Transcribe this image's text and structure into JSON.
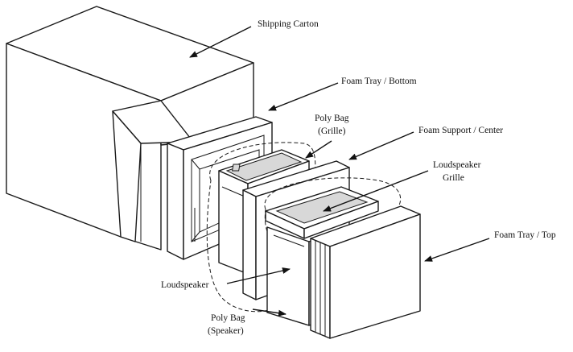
{
  "labels": {
    "shipping_carton": "Shipping Carton",
    "foam_tray_bottom": "Foam Tray / Bottom",
    "poly_bag_grille_line1": "Poly Bag",
    "poly_bag_grille_line2": "(Grille)",
    "foam_support_center": "Foam Support / Center",
    "loudspeaker_grille_line1": "Loudspeaker",
    "loudspeaker_grille_line2": "Grille",
    "foam_tray_top": "Foam Tray / Top",
    "loudspeaker": "Loudspeaker",
    "poly_bag_speaker_line1": "Poly Bag",
    "poly_bag_speaker_line2": "(Speaker)"
  }
}
